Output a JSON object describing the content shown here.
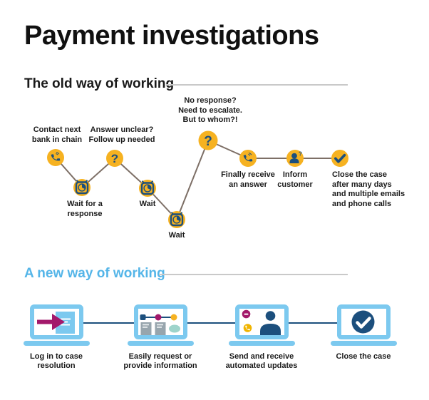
{
  "title": "Payment investigations",
  "old_way": {
    "heading": "The old way of working",
    "steps": [
      {
        "icon": "phone",
        "label": "Contact next\nbank in chain"
      },
      {
        "icon": "clock",
        "label": "Wait for a\nresponse"
      },
      {
        "icon": "question",
        "label": "Answer unclear?\nFollow up needed"
      },
      {
        "icon": "clock",
        "label": "Wait"
      },
      {
        "icon": "clock",
        "label": "Wait"
      },
      {
        "icon": "question",
        "label": "No response?\nNeed to escalate.\nBut to whom?!"
      },
      {
        "icon": "phone",
        "label": "Finally receive\nan answer"
      },
      {
        "icon": "person",
        "label": "Inform\ncustomer"
      },
      {
        "icon": "check",
        "label": "Close the case\nafter many days\nand multiple emails\nand phone calls"
      }
    ]
  },
  "new_way": {
    "heading": "A new way of working",
    "steps": [
      {
        "icon": "login-laptop",
        "label": "Log in to case\nresolution"
      },
      {
        "icon": "request-laptop",
        "label": "Easily request or\nprovide information"
      },
      {
        "icon": "updates-laptop",
        "label": "Send and receive\nautomated updates"
      },
      {
        "icon": "check-laptop",
        "label": "Close the case"
      }
    ]
  },
  "icons": {
    "question_glyph": "?",
    "person_question_glyph": "?"
  },
  "colors": {
    "yellow": "#f6b221",
    "navy": "#1c4f7d",
    "magenta": "#a3196b",
    "light_blue": "#7cc9ef",
    "heading_blue": "#54b5e8",
    "teal": "#9ed4cb",
    "doc_gray": "#97a5ad",
    "connector_brown": "#7d6f66",
    "rule_gray": "#c9c9c9"
  }
}
